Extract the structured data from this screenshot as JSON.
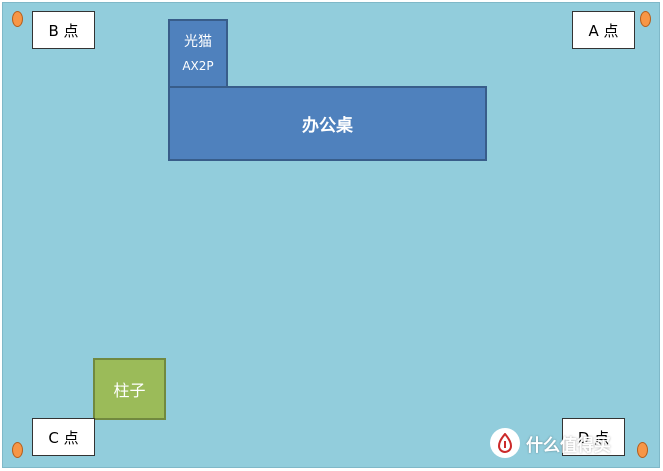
{
  "diagram": {
    "points": {
      "b": "B 点",
      "a": "A 点",
      "c": "C 点",
      "d": "D 点"
    },
    "modem": {
      "line1": "光猫",
      "line2": "AX2P"
    },
    "desk": "办公桌",
    "pillar": "柱子"
  },
  "watermark": {
    "text": "什么值得买"
  },
  "colors": {
    "room": "#92cddc",
    "furniture": "#4f81bd",
    "pillar": "#9bbb59",
    "marker": "#f79646"
  }
}
